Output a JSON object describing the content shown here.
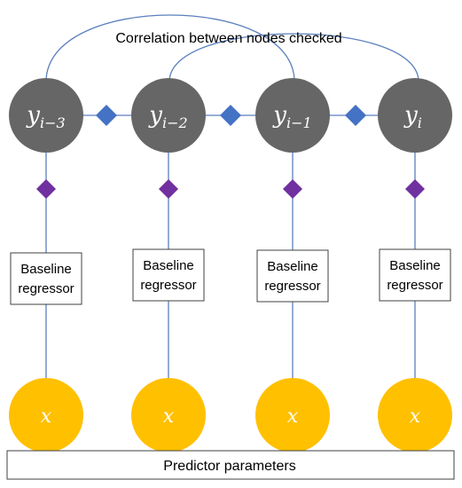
{
  "diagram": {
    "title": "Correlation between nodes checked",
    "output_nodes": [
      {
        "base": "y",
        "sub": "i−3"
      },
      {
        "base": "y",
        "sub": "i−2"
      },
      {
        "base": "y",
        "sub": "i−1"
      },
      {
        "base": "y",
        "sub": "i"
      }
    ],
    "regressors": [
      {
        "line1": "Baseline",
        "line2": "regressor"
      },
      {
        "line1": "Baseline",
        "line2": "regressor"
      },
      {
        "line1": "Baseline",
        "line2": "regressor"
      },
      {
        "line1": "Baseline",
        "line2": "regressor"
      }
    ],
    "input_nodes": [
      {
        "label": "x"
      },
      {
        "label": "x"
      },
      {
        "label": "x"
      },
      {
        "label": "x"
      }
    ],
    "footer_label": "Predictor parameters"
  },
  "colors": {
    "output_node_fill": "#666666",
    "output_node_text": "#ffffff",
    "input_node_fill": "#ffc000",
    "input_node_text": "#ffffff",
    "edge": "#5b7fbf",
    "link_diamond": "#4472c4",
    "regressor_diamond": "#7030a0",
    "box_border": "#404040",
    "text": "#000000"
  }
}
